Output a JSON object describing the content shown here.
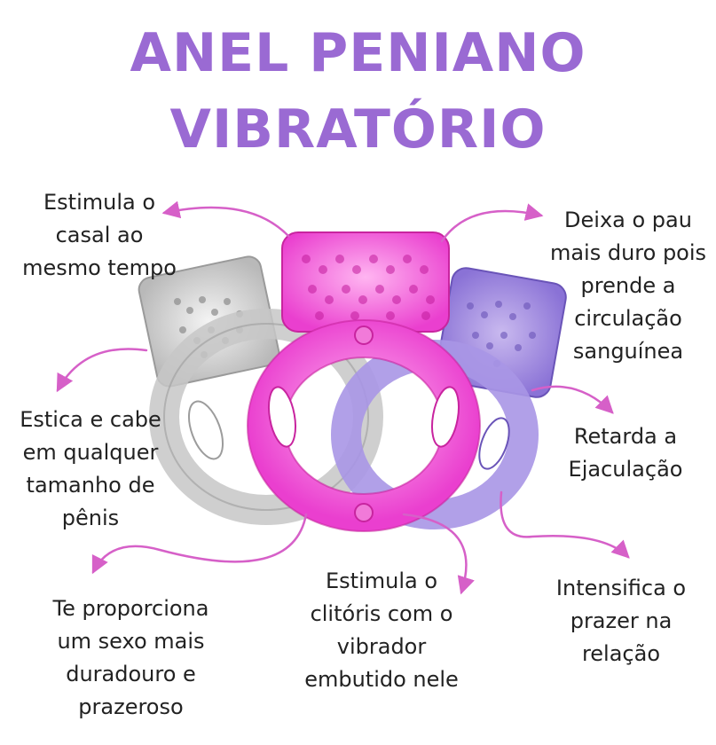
{
  "title": {
    "line1": "ANEL PENIANO",
    "line2": "VIBRATÓRIO"
  },
  "colors": {
    "title": "#9a6ad3",
    "arrow": "#d660c8",
    "text": "#222222"
  },
  "product_image": {
    "description_name": "vibrating-ring-photo",
    "rings": [
      "clear",
      "pink",
      "purple"
    ]
  },
  "callouts": {
    "estimula_casal": [
      "Estimula o",
      "casal ao",
      "mesmo tempo"
    ],
    "deixa_duro": [
      "Deixa o pau",
      "mais duro pois",
      "prende a",
      "circulação",
      "sanguínea"
    ],
    "estica_cabe": [
      "Estica e cabe",
      "em qualquer",
      "tamanho de",
      "pênis"
    ],
    "retarda": [
      "Retarda a",
      "Ejaculação"
    ],
    "proporciona": [
      "Te proporciona",
      "um sexo mais",
      "duradouro e",
      "prazeroso"
    ],
    "clitoris": [
      "Estimula o",
      "clitóris com o",
      "vibrador",
      "embutido nele"
    ],
    "intensifica": [
      "Intensifica o",
      "prazer na",
      "relação"
    ]
  }
}
